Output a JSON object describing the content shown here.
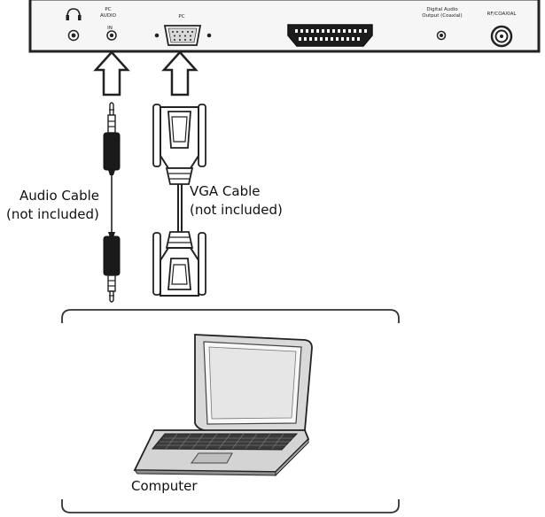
{
  "panel": {
    "headphone": "",
    "pc_audio_line1": "PC",
    "pc_audio_line2": "AUDIO",
    "pc_audio_line3": "IN",
    "pc_label": "PC",
    "digital_audio_line1": "Digital Audio",
    "digital_audio_line2": "Output (Coaxial)",
    "rf_label": "RF/COAXIAL"
  },
  "cables": {
    "audio_line1": "Audio Cable",
    "audio_line2": "(not included)",
    "vga_line1": "VGA Cable",
    "vga_line2": "(not included)"
  },
  "device": {
    "computer_label": "Computer"
  },
  "colors": {
    "stroke": "#222222",
    "panel_fill": "#f4f4f4",
    "arrow_fill": "#ffffff",
    "jack_fill": "#1a1a1a"
  }
}
